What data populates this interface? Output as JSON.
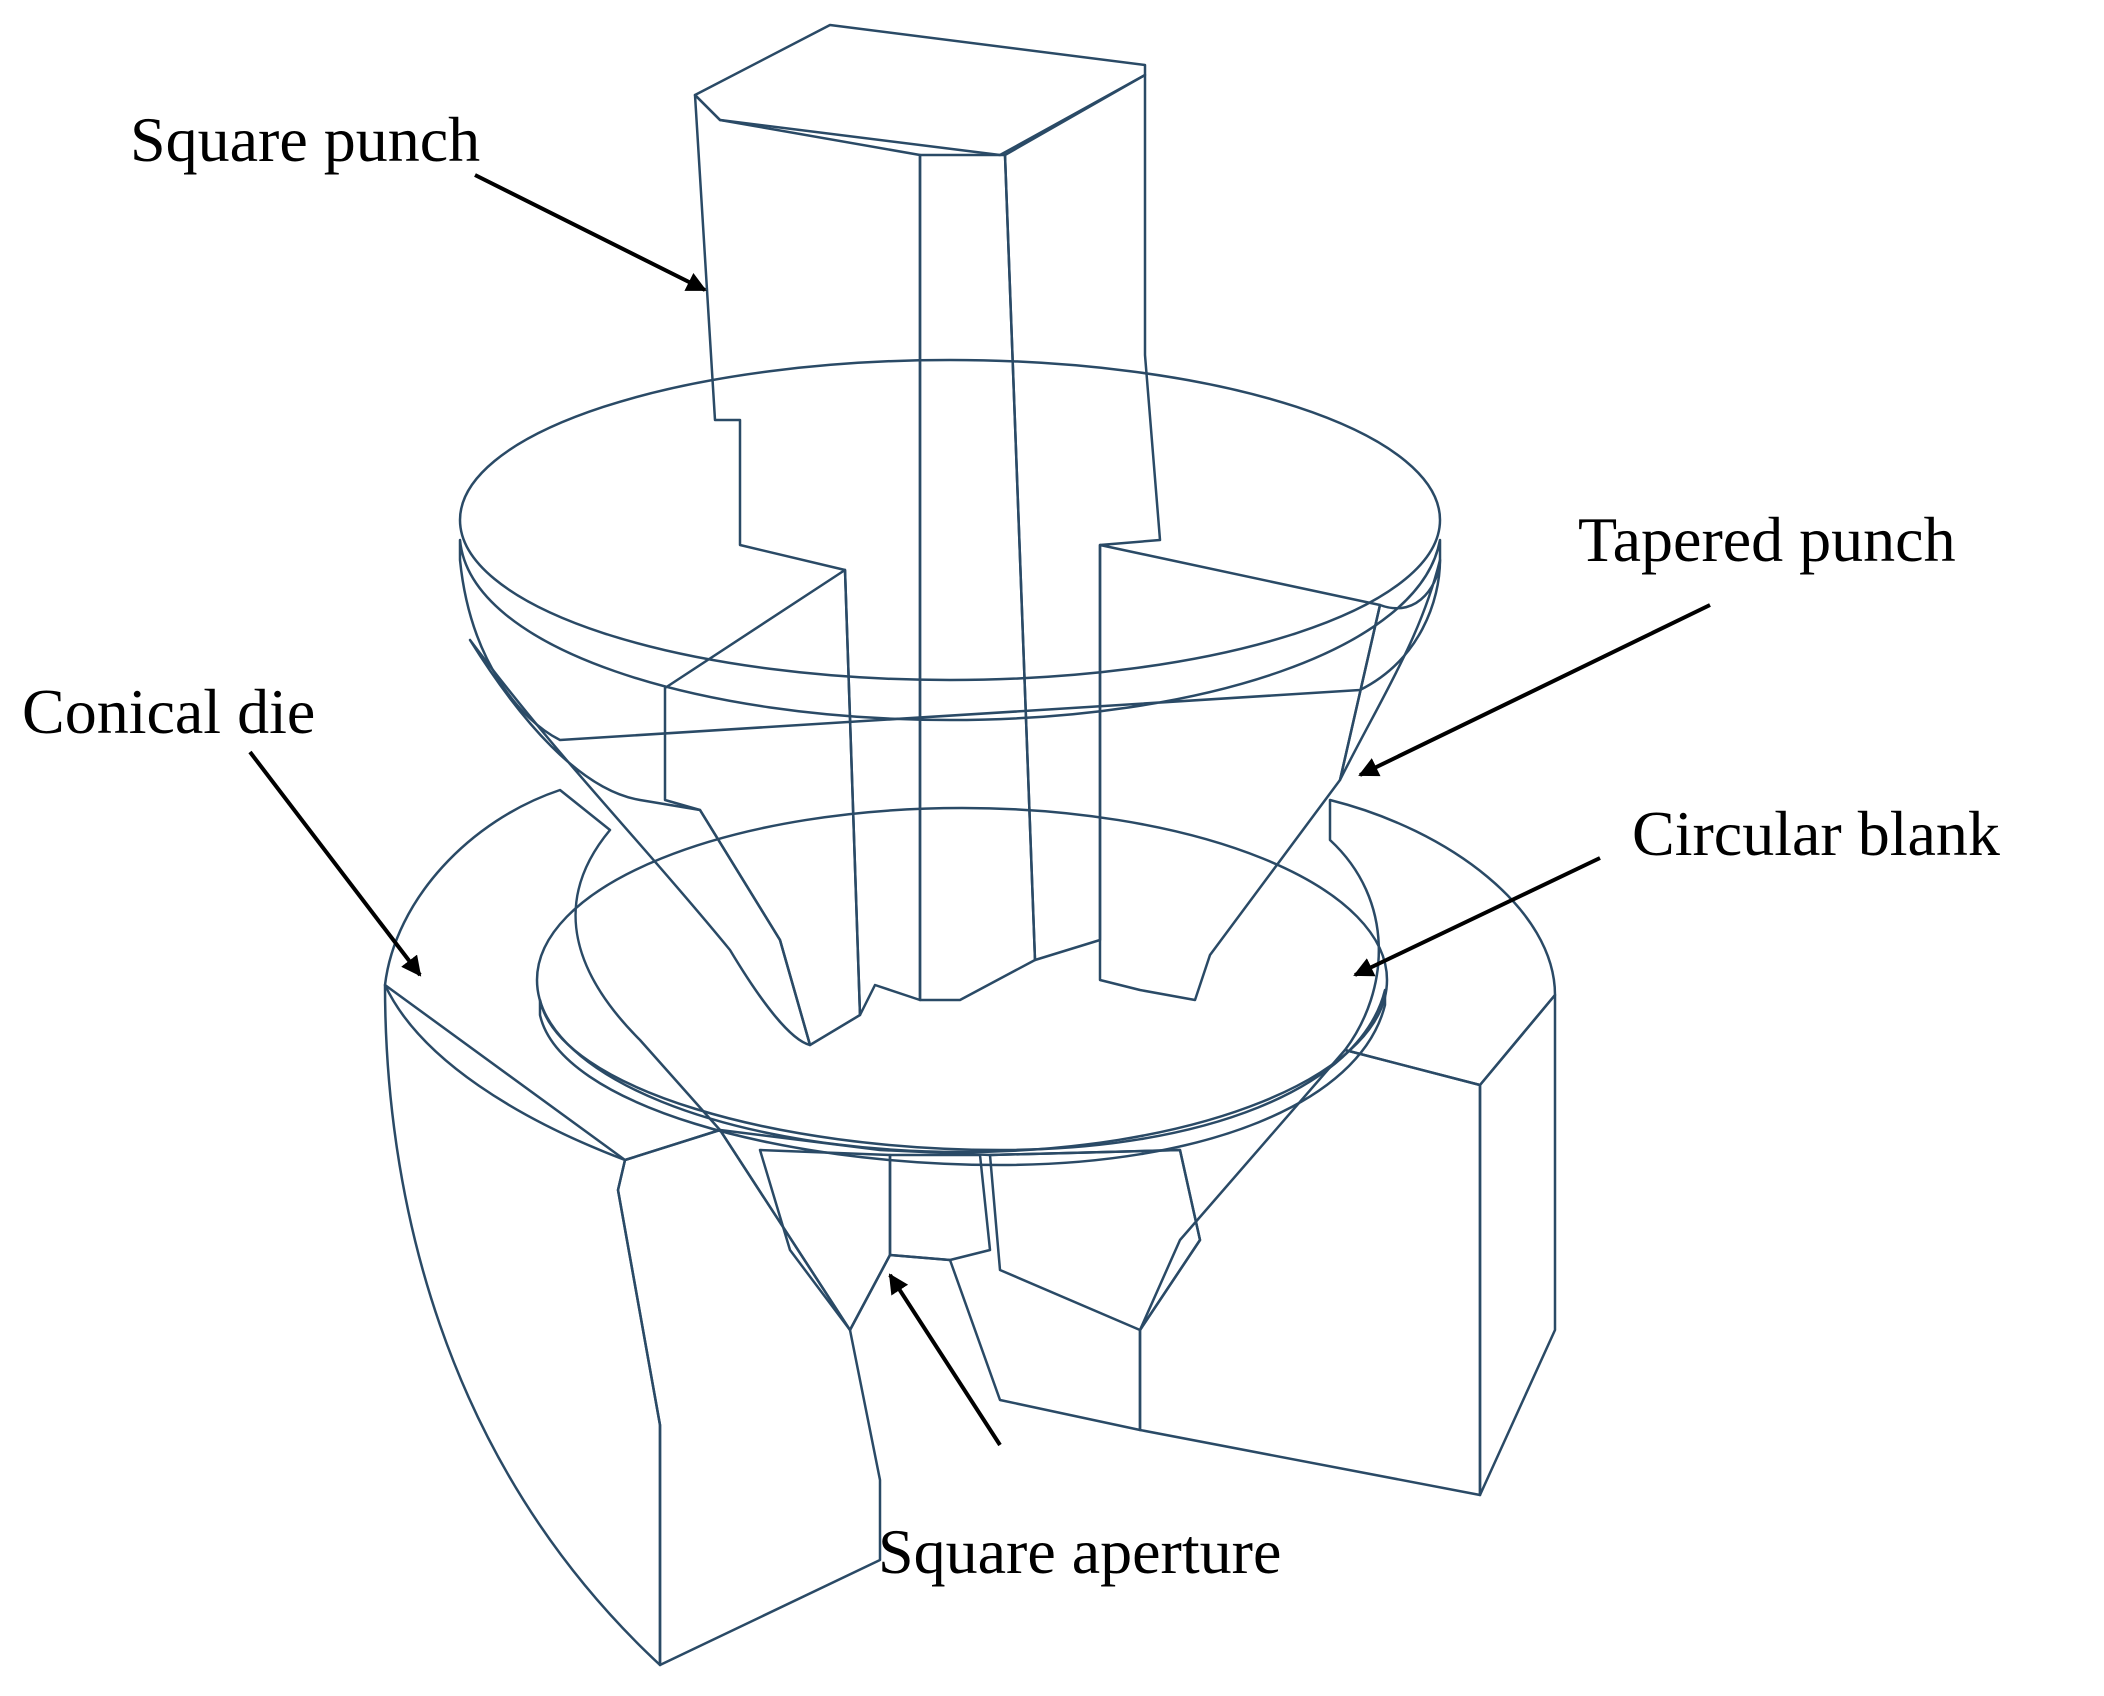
{
  "labels": {
    "square_punch": "Square punch",
    "tapered_punch": "Tapered punch",
    "conical_die": "Conical die",
    "circular_blank": "Circular blank",
    "square_aperture": "Square aperture"
  },
  "colors": {
    "part_fill": "#1fa3e6",
    "part_light": "#10b4f2",
    "part_dark": "#1487c8",
    "edge": "#2a4a66",
    "arrow": "#000000",
    "background": "#ffffff"
  }
}
